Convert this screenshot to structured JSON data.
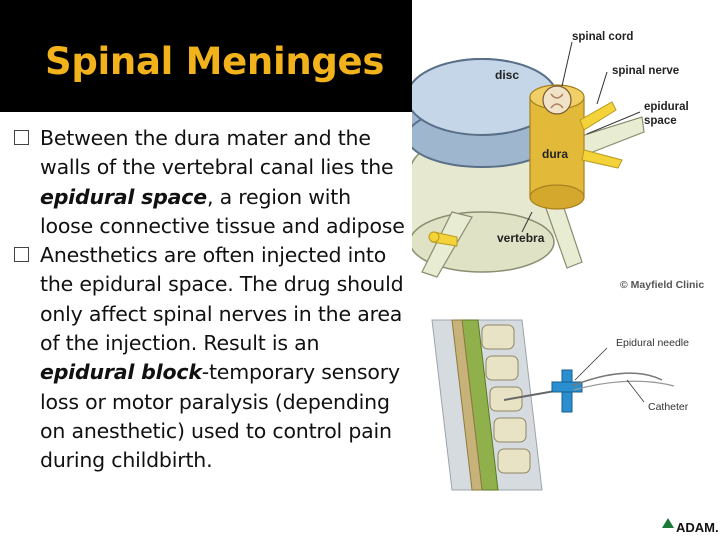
{
  "slide": {
    "title": "Spinal Meninges",
    "bullets": [
      {
        "parts": [
          {
            "text": "Between the dura mater and the walls of the vertebral canal lies the ",
            "em": false
          },
          {
            "text": "epidural space",
            "em": true
          },
          {
            "text": ", a region with loose connective tissue and adipose",
            "em": false
          }
        ]
      },
      {
        "parts": [
          {
            "text": "Anesthetics are often injected into the epidural space.  The drug should only affect spinal nerves in the area of the injection.  Result is an ",
            "em": false
          },
          {
            "text": "epidural block",
            "em": true
          },
          {
            "text": "-temporary sensory loss or motor paralysis (depending on anesthetic) used to control pain during childbirth.",
            "em": false
          }
        ]
      }
    ]
  },
  "figure_top": {
    "labels": {
      "spinal_cord": "spinal cord",
      "disc": "disc",
      "spinal_nerve": "spinal nerve",
      "epidural_space": "epidural space",
      "dura": "dura",
      "vertebra": "vertebra",
      "credit": "© Mayfield Clinic"
    }
  },
  "figure_bottom": {
    "labels": {
      "needle": "Epidural needle",
      "catheter": "Catheter",
      "credit": "ADAM."
    }
  },
  "colors": {
    "title": "#f2b21b",
    "title_bar": "#000000",
    "dura": "#e3b93a",
    "nerve": "#f4d33a",
    "disc": "#aabfd6",
    "bone": "#e8ecd2"
  }
}
